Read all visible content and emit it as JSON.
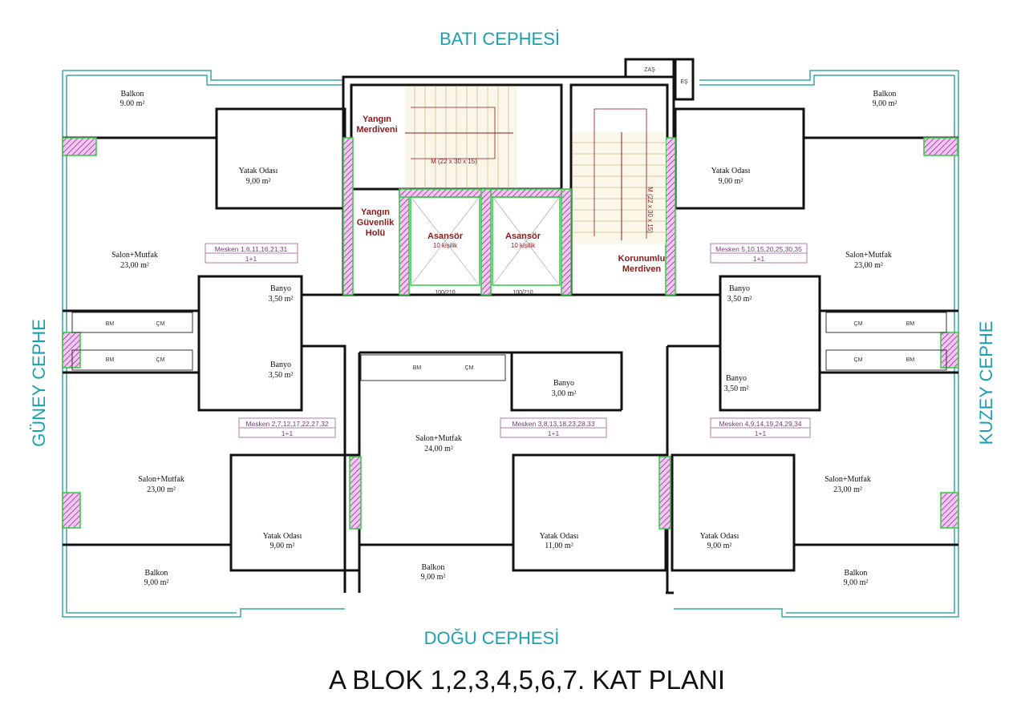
{
  "facades": {
    "top": "BATI CEPHESİ",
    "bottom": "DOĞU CEPHESİ",
    "left": "GÜNEY CEPHE",
    "right": "KUZEY CEPHE"
  },
  "title": "A BLOK  1,2,3,4,5,6,7. KAT PLANI",
  "core": {
    "fire_stair": [
      "Yangın",
      "Merdiveni"
    ],
    "fire_hall": [
      "Yangın",
      "Güvenlik",
      "Holü"
    ],
    "elevator_1": {
      "label": "Asansör",
      "capacity": "10 kişilik",
      "door": "100/210"
    },
    "elevator_2": {
      "label": "Asansör",
      "capacity": "10 kişilik",
      "door": "100/210"
    },
    "protected_stair": [
      "Korunumlu",
      "Merdiven"
    ],
    "stair_spec_1": "M (22 x 30 x 15)",
    "stair_spec_2": "M (22 x 30 x 15)",
    "zas": "ZAŞ",
    "es": "EŞ"
  },
  "rooms": {
    "balkon_tl": {
      "name": "Balkon",
      "area": "9.00 m²"
    },
    "balkon_tr": {
      "name": "Balkon",
      "area": "9,00 m²"
    },
    "balkon_bl": {
      "name": "Balkon",
      "area": "9,00 m²"
    },
    "balkon_bm": {
      "name": "Balkon",
      "area": "9,00 m²"
    },
    "balkon_br": {
      "name": "Balkon",
      "area": "9,00 m²"
    },
    "yatak_tl": {
      "name": "Yatak Odası",
      "area": "9,00 m²"
    },
    "yatak_tr": {
      "name": "Yatak Odası",
      "area": "9,00 m²"
    },
    "yatak_bl": {
      "name": "Yatak Odası",
      "area": "9,00 m²"
    },
    "yatak_bm": {
      "name": "Yatak Odası",
      "area": "11,00 m²"
    },
    "yatak_br": {
      "name": "Yatak Odası",
      "area": "9,00 m²"
    },
    "salon_tl": {
      "name": "Salon+Mutfak",
      "area": "23,00 m²"
    },
    "salon_tr": {
      "name": "Salon+Mutfak",
      "area": "23,00 m²"
    },
    "salon_bl": {
      "name": "Salon+Mutfak",
      "area": "23,00 m²"
    },
    "salon_bm": {
      "name": "Salon+Mutfak",
      "area": "24,00 m²"
    },
    "salon_br": {
      "name": "Salon+Mutfak",
      "area": "23,00 m²"
    },
    "banyo_tl": {
      "name": "Banyo",
      "area": "3,50 m²"
    },
    "banyo_bl": {
      "name": "Banyo",
      "area": "3,50 m²"
    },
    "banyo_tr": {
      "name": "Banyo",
      "area": "3,50 m²"
    },
    "banyo_br": {
      "name": "Banyo",
      "area": "3,50 m²"
    },
    "banyo_m": {
      "name": "Banyo",
      "area": "3,00 m²"
    }
  },
  "units": [
    {
      "label": "Mesken  1,6,11,16,21,31",
      "type": "1+1"
    },
    {
      "label": "Mesken  5,10,15,20,25,30,35",
      "type": "1+1"
    },
    {
      "label": "Mesken  2,7,12,17,22,27,32",
      "type": "1+1"
    },
    {
      "label": "Mesken  3,8,13,18,23,28,33",
      "type": "1+1"
    },
    {
      "label": "Mesken  4,9,14,19,24,29,34",
      "type": "1+1"
    }
  ],
  "kitchen": {
    "bm": "BM",
    "cm": "ÇM"
  },
  "colors": {
    "facade": "#1a9fb5",
    "core_text": "#8b1a1a",
    "hatch": "#c060c0",
    "green": "#2ecc40",
    "balcony": "#3aa7a7"
  }
}
